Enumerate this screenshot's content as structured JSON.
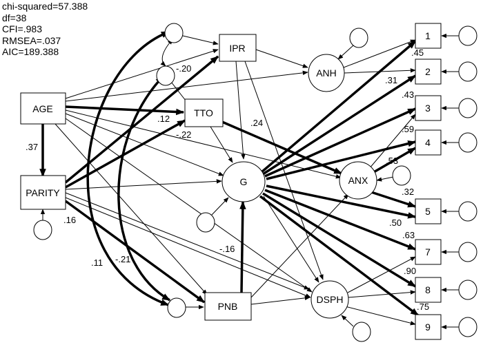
{
  "fit_stats": [
    "chi-squared=57.388",
    "df=38",
    "CFI=.983",
    "RMSEA=.037",
    "AIC=189.388"
  ],
  "nodes": {
    "age": "AGE",
    "parity": "PARITY",
    "ipr": "IPR",
    "tto": "TTO",
    "g": "G",
    "anh": "ANH",
    "anx": "ANX",
    "pnb": "PNB",
    "dsph": "DSPH",
    "item1": "1",
    "item2": "2",
    "item3": "3",
    "item4": "4",
    "item5": "5",
    "item7": "7",
    "item8": "8",
    "item9": "9"
  },
  "coefficients": {
    "age_parity": ".37",
    "corr_e_ipr_e_tto": "-.20",
    "parity_tto": ".12",
    "age_g": "-.22",
    "tto_anx": ".24",
    "parity_pnb": ".16",
    "corr_e_pnb_e_tto": "-.21",
    "corr_e_pnb_e_ipr": ".11",
    "pnb_g": "-.16",
    "load_1": ".45",
    "load_2": ".31",
    "load_3": ".43",
    "load_4": ".59",
    "load_anx_res": ".53",
    "load_5": ".32",
    "load_6": ".50",
    "load_7": ".63",
    "load_8": ".90",
    "load_9": ".75"
  }
}
